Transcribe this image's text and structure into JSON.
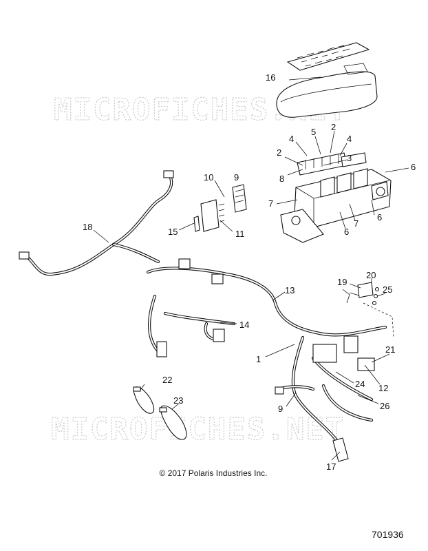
{
  "watermark": "MICROFICHES.NET",
  "callouts": [
    "16",
    "4",
    "5",
    "2",
    "4",
    "2",
    "3",
    "8",
    "6",
    "7",
    "7",
    "6",
    "6",
    "10",
    "9",
    "15",
    "11",
    "18",
    "13",
    "14",
    "1",
    "19",
    "20",
    "25",
    "21",
    "22",
    "23",
    "12",
    "24",
    "9",
    "26",
    "17"
  ],
  "copyright": "© 2017 Polaris Industries Inc.",
  "drawing_number": "701936"
}
